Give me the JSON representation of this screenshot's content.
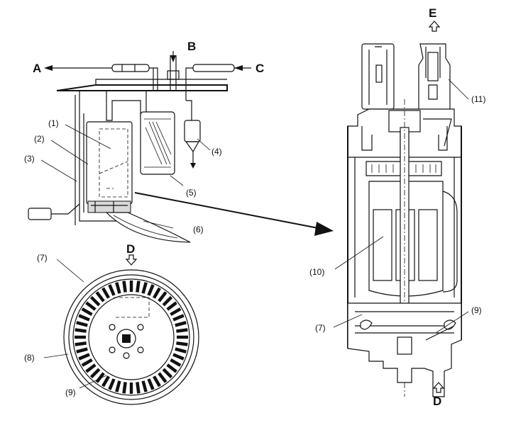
{
  "labels": {
    "A": "A",
    "B": "B",
    "C": "C",
    "D_top": "D",
    "D_bottom": "D",
    "E": "E",
    "p1": "(1)",
    "p2": "(2)",
    "p3": "(3)",
    "p4": "(4)",
    "p5": "(5)",
    "p6": "(6)",
    "p7_left": "(7)",
    "p8": "(8)",
    "p9_left": "(9)",
    "p10": "(10)",
    "p11": "(11)",
    "p7_right": "(7)",
    "p9_right": "(9)"
  }
}
